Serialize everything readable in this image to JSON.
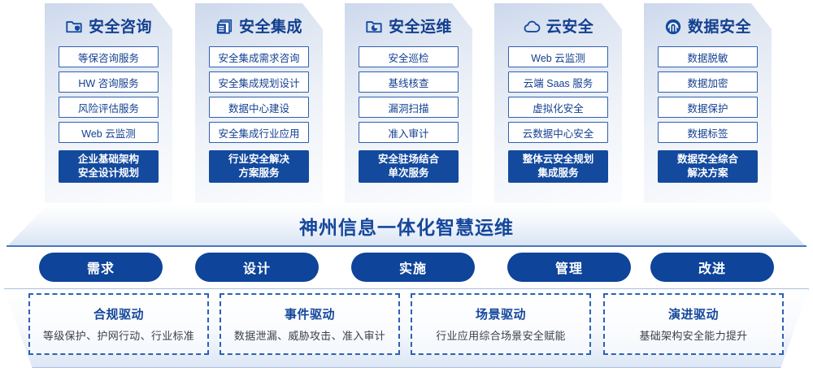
{
  "columns": [
    {
      "icon": "folder-shield-icon",
      "title": "安全咨询",
      "items": [
        "等保咨询服务",
        "HW 咨询服务",
        "风险评估服务",
        "Web 云监测"
      ],
      "highlight": [
        "企业基础架构",
        "安全设计规划"
      ]
    },
    {
      "icon": "stacked-documents-icon",
      "title": "安全集成",
      "items": [
        "安全集成需求咨询",
        "安全集成规划设计",
        "数据中心建设",
        "安全集成行业应用"
      ],
      "highlight": [
        "行业安全解决",
        "方案服务"
      ]
    },
    {
      "icon": "folder-chart-icon",
      "title": "安全运维",
      "items": [
        "安全巡检",
        "基线核查",
        "漏洞扫描",
        "准入审计"
      ],
      "highlight": [
        "安全驻场结合",
        "单次服务"
      ]
    },
    {
      "icon": "cloud-icon",
      "title": "云安全",
      "items": [
        "Web 云监测",
        "云端 Saas 服务",
        "虚拟化安全",
        "云数据中心安全"
      ],
      "highlight": [
        "整体云安全规划",
        "集成服务"
      ]
    },
    {
      "icon": "fingerprint-icon",
      "title": "数据安全",
      "items": [
        "数据脱敏",
        "数据加密",
        "数据保护",
        "数据标签"
      ],
      "highlight": [
        "数据安全综合",
        "解决方案"
      ]
    }
  ],
  "banner": {
    "title": "神州信息一体化智慧运维"
  },
  "pills": [
    "需求",
    "设计",
    "实施",
    "管理",
    "改进"
  ],
  "drivers": [
    {
      "title": "合规驱动",
      "subtitle": "等级保护、护网行动、行业标准"
    },
    {
      "title": "事件驱动",
      "subtitle": "数据泄漏、威胁攻击、准入审计"
    },
    {
      "title": "场景驱动",
      "subtitle": "行业应用综合场景安全赋能"
    },
    {
      "title": "演进驱动",
      "subtitle": "基础架构安全能力提升"
    }
  ],
  "colors": {
    "primary": "#134a9e",
    "title_blue": "#123f8f",
    "pill_blue": "#0e4499",
    "panel_light": "#e9eff8",
    "card_border": "#2f5fae",
    "dashed_border": "#2c62b5"
  }
}
